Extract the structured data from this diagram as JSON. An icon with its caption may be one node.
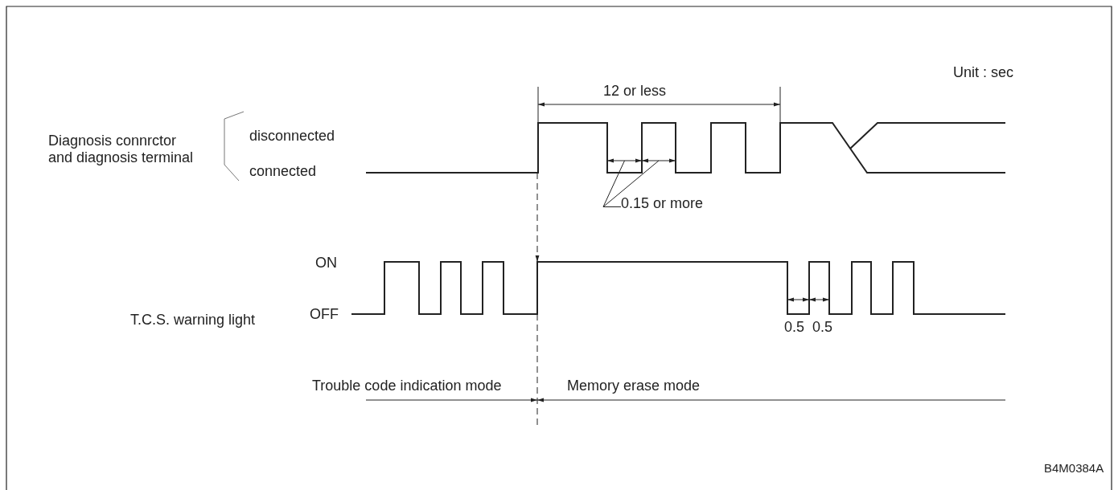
{
  "diagram": {
    "nodes": [
      {
        "text": [
          "0.15 or more"
        ]
      },
      {
        "text": [],
        "shape": "line"
      },
      {
        "text": [],
        "shape": "line"
      }
    ],
    "edges": [
      {
        "from": 0,
        "to": 1,
        "arrow": "none"
      },
      {
        "from": 0,
        "to": 2,
        "arrow": "none"
      }
    ],
    "labels": [
      "Unit : sec",
      "12 or less",
      "Diagnosis connrctor and diagnosis terminal",
      "disconnected",
      "connected",
      "ON",
      "T.C.S. warning light",
      "OFF",
      "0.5",
      "0.5",
      "Trouble code indication mode",
      "Memory erase mode",
      "B4M0384A"
    ]
  }
}
